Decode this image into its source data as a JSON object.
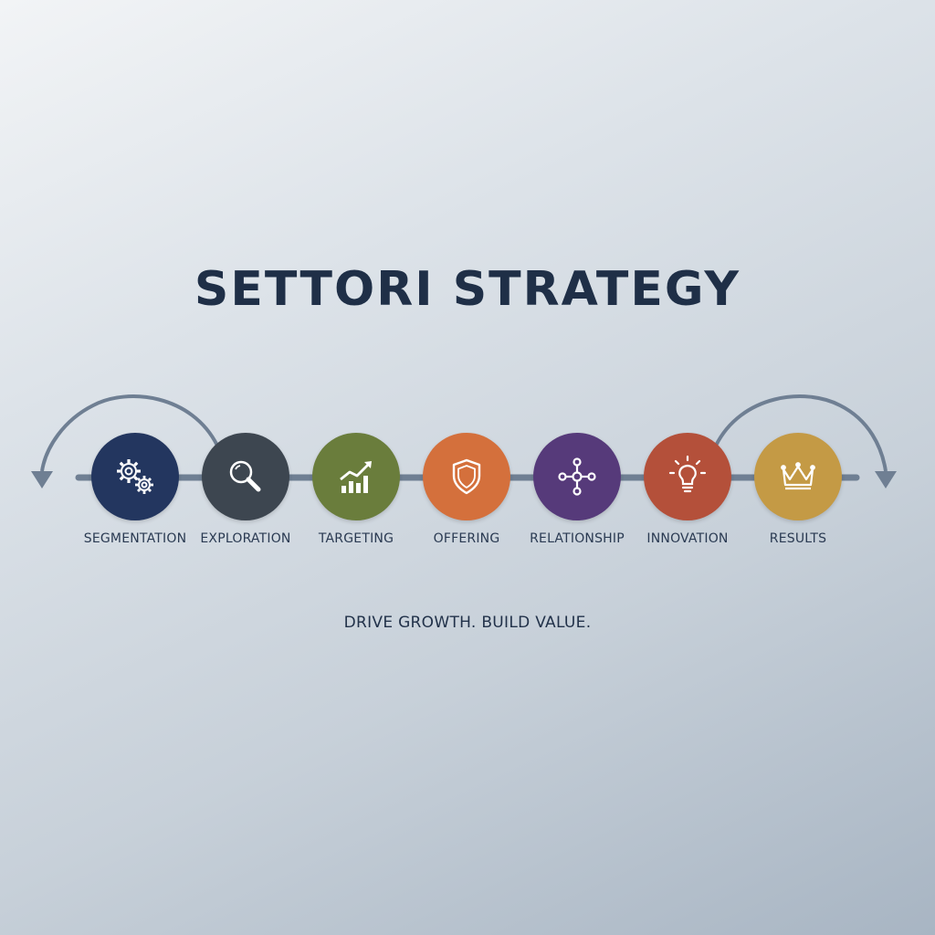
{
  "title": "SETTORI STRATEGY",
  "tagline": "DRIVE GROWTH. BUILD VALUE.",
  "colors": {
    "title": "#1f2f47",
    "connector": "#6f7f93"
  },
  "steps": [
    {
      "label": "SEGMENTATION",
      "icon": "gears-icon",
      "color": "#23365f"
    },
    {
      "label": "EXPLORATION",
      "icon": "magnifier-icon",
      "color": "#3d4650"
    },
    {
      "label": "TARGETING",
      "icon": "growth-chart-icon",
      "color": "#6a7d3c"
    },
    {
      "label": "OFFERING",
      "icon": "shield-icon",
      "color": "#d4703c"
    },
    {
      "label": "RELATIONSHIP",
      "icon": "network-icon",
      "color": "#563a7a"
    },
    {
      "label": "INNOVATION",
      "icon": "lightbulb-icon",
      "color": "#b4503a"
    },
    {
      "label": "RESULTS",
      "icon": "crown-icon",
      "color": "#c49a45"
    }
  ]
}
